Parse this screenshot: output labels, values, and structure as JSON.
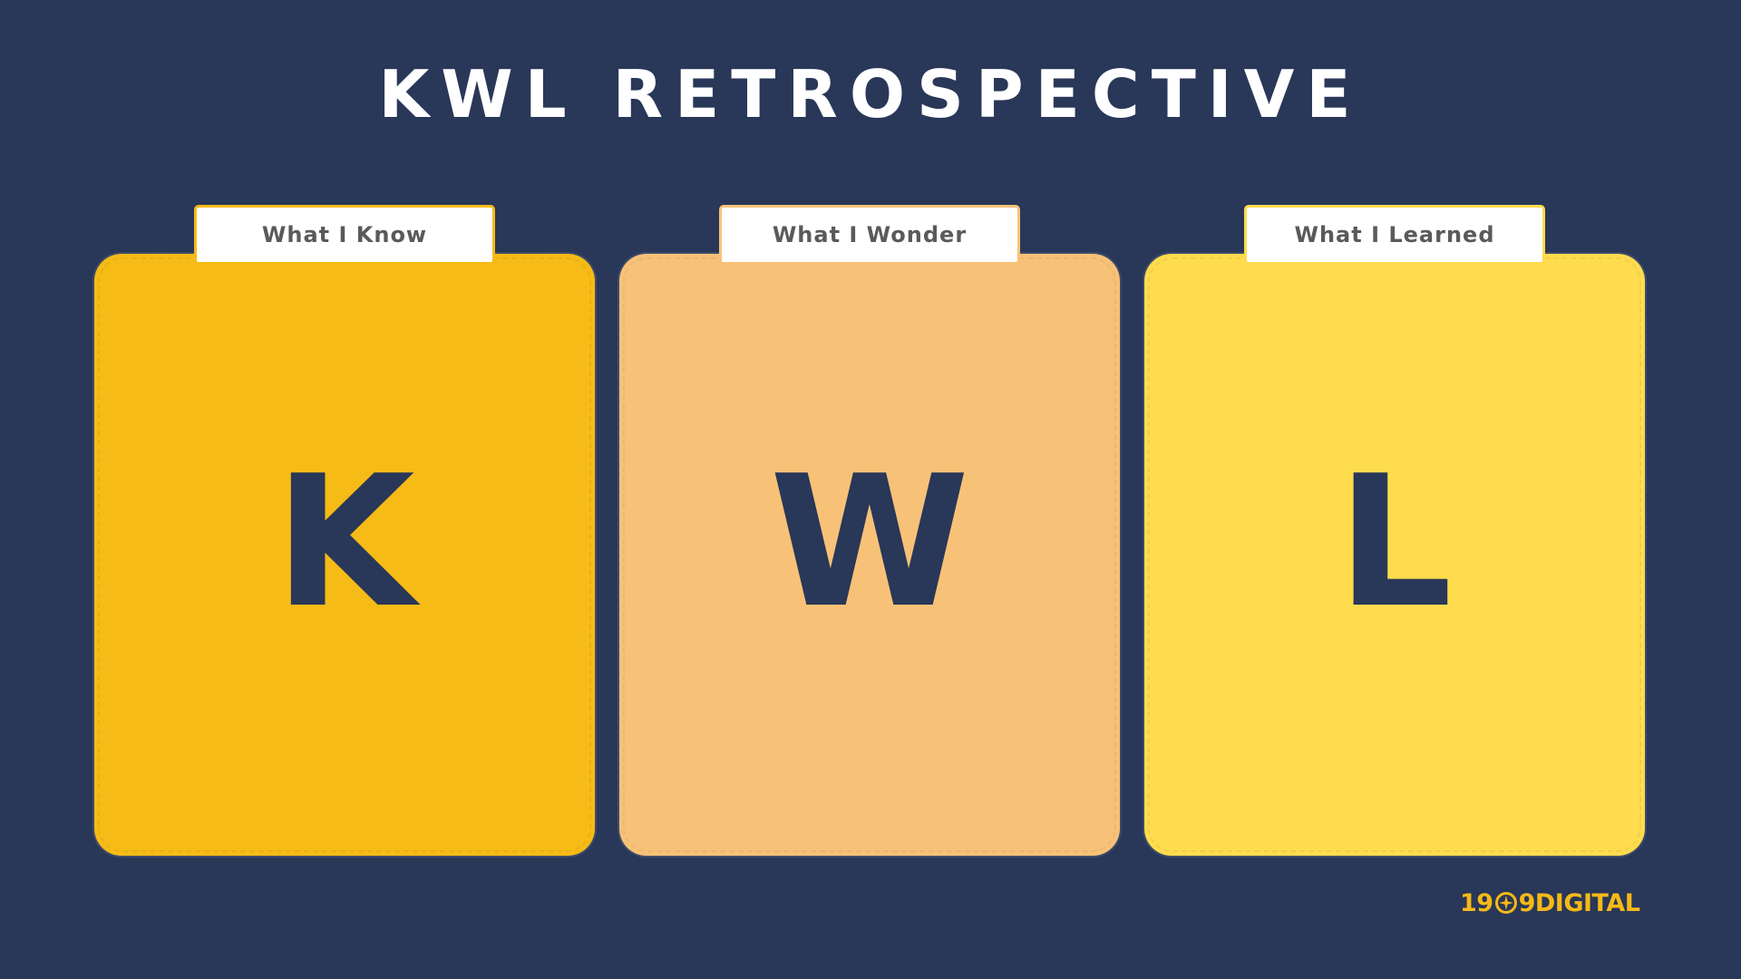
{
  "title": "KWL RETROSPECTIVE",
  "columns": [
    {
      "tab_label": "What I Know",
      "letter": "K",
      "card_color": "#f6bb16",
      "tab_border": "#f6bb16"
    },
    {
      "tab_label": "What I Wonder",
      "letter": "W",
      "card_color": "#f7c277",
      "tab_border": "#f7c277"
    },
    {
      "tab_label": "What I Learned",
      "letter": "L",
      "card_color": "#fedc4d",
      "tab_border": "#fedc4d"
    }
  ],
  "logo": {
    "prefix": "19",
    "suffix": "9DIGITAL",
    "mark_icon": "compass-icon",
    "color": "#f6b916"
  },
  "colors": {
    "background": "#293758",
    "accent": "#f6b916"
  }
}
